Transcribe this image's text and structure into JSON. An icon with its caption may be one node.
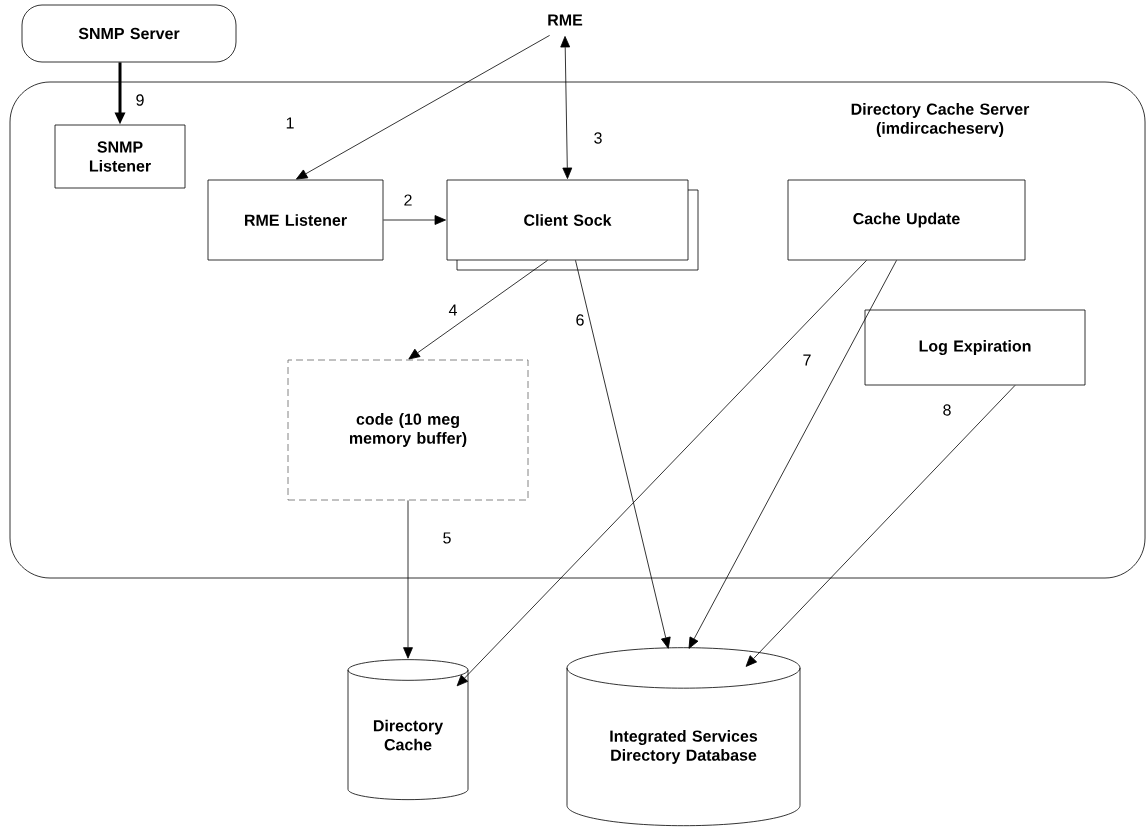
{
  "diagram": {
    "nodes": [
      {
        "text": [
          "SNMP Server"
        ]
      },
      {
        "text": [
          "Directory Cache Server (imdircacheserv)"
        ]
      },
      {
        "text": [
          "SNMP Listener"
        ],
        "in": 1
      },
      {
        "text": [
          "RME"
        ]
      },
      {
        "text": [
          "RME Listener"
        ],
        "in": 1
      },
      {
        "text": [
          "Client Sock"
        ],
        "in": 1
      },
      {
        "text": [
          "Cache Update"
        ],
        "in": 1
      },
      {
        "text": [
          "code (10 meg memory buffer)"
        ],
        "in": 1
      },
      {
        "text": [
          "Log Expiration"
        ],
        "in": 1
      },
      {
        "text": [
          "Directory Cache"
        ]
      },
      {
        "text": [
          "Integrated Services Directory Database"
        ]
      }
    ],
    "edges": [
      {
        "from": 0,
        "to": 2,
        "arrow": "to",
        "label": "9",
        "style": "thick"
      },
      {
        "from": 3,
        "to": 4,
        "arrow": "to",
        "label": "1"
      },
      {
        "from": 3,
        "to": 5,
        "arrow": "both",
        "label": "3"
      },
      {
        "from": 4,
        "to": 5,
        "arrow": "to",
        "label": "2"
      },
      {
        "from": 5,
        "to": 7,
        "arrow": "to",
        "label": "4"
      },
      {
        "from": 7,
        "to": 9,
        "arrow": "to",
        "label": "5"
      },
      {
        "from": 5,
        "to": 10,
        "arrow": "to",
        "label": "6"
      },
      {
        "from": 6,
        "to": 9,
        "arrow": "to"
      },
      {
        "from": 6,
        "to": 10,
        "arrow": "to",
        "label": "7"
      },
      {
        "from": 8,
        "to": 10,
        "arrow": "to",
        "label": "8"
      }
    ]
  }
}
